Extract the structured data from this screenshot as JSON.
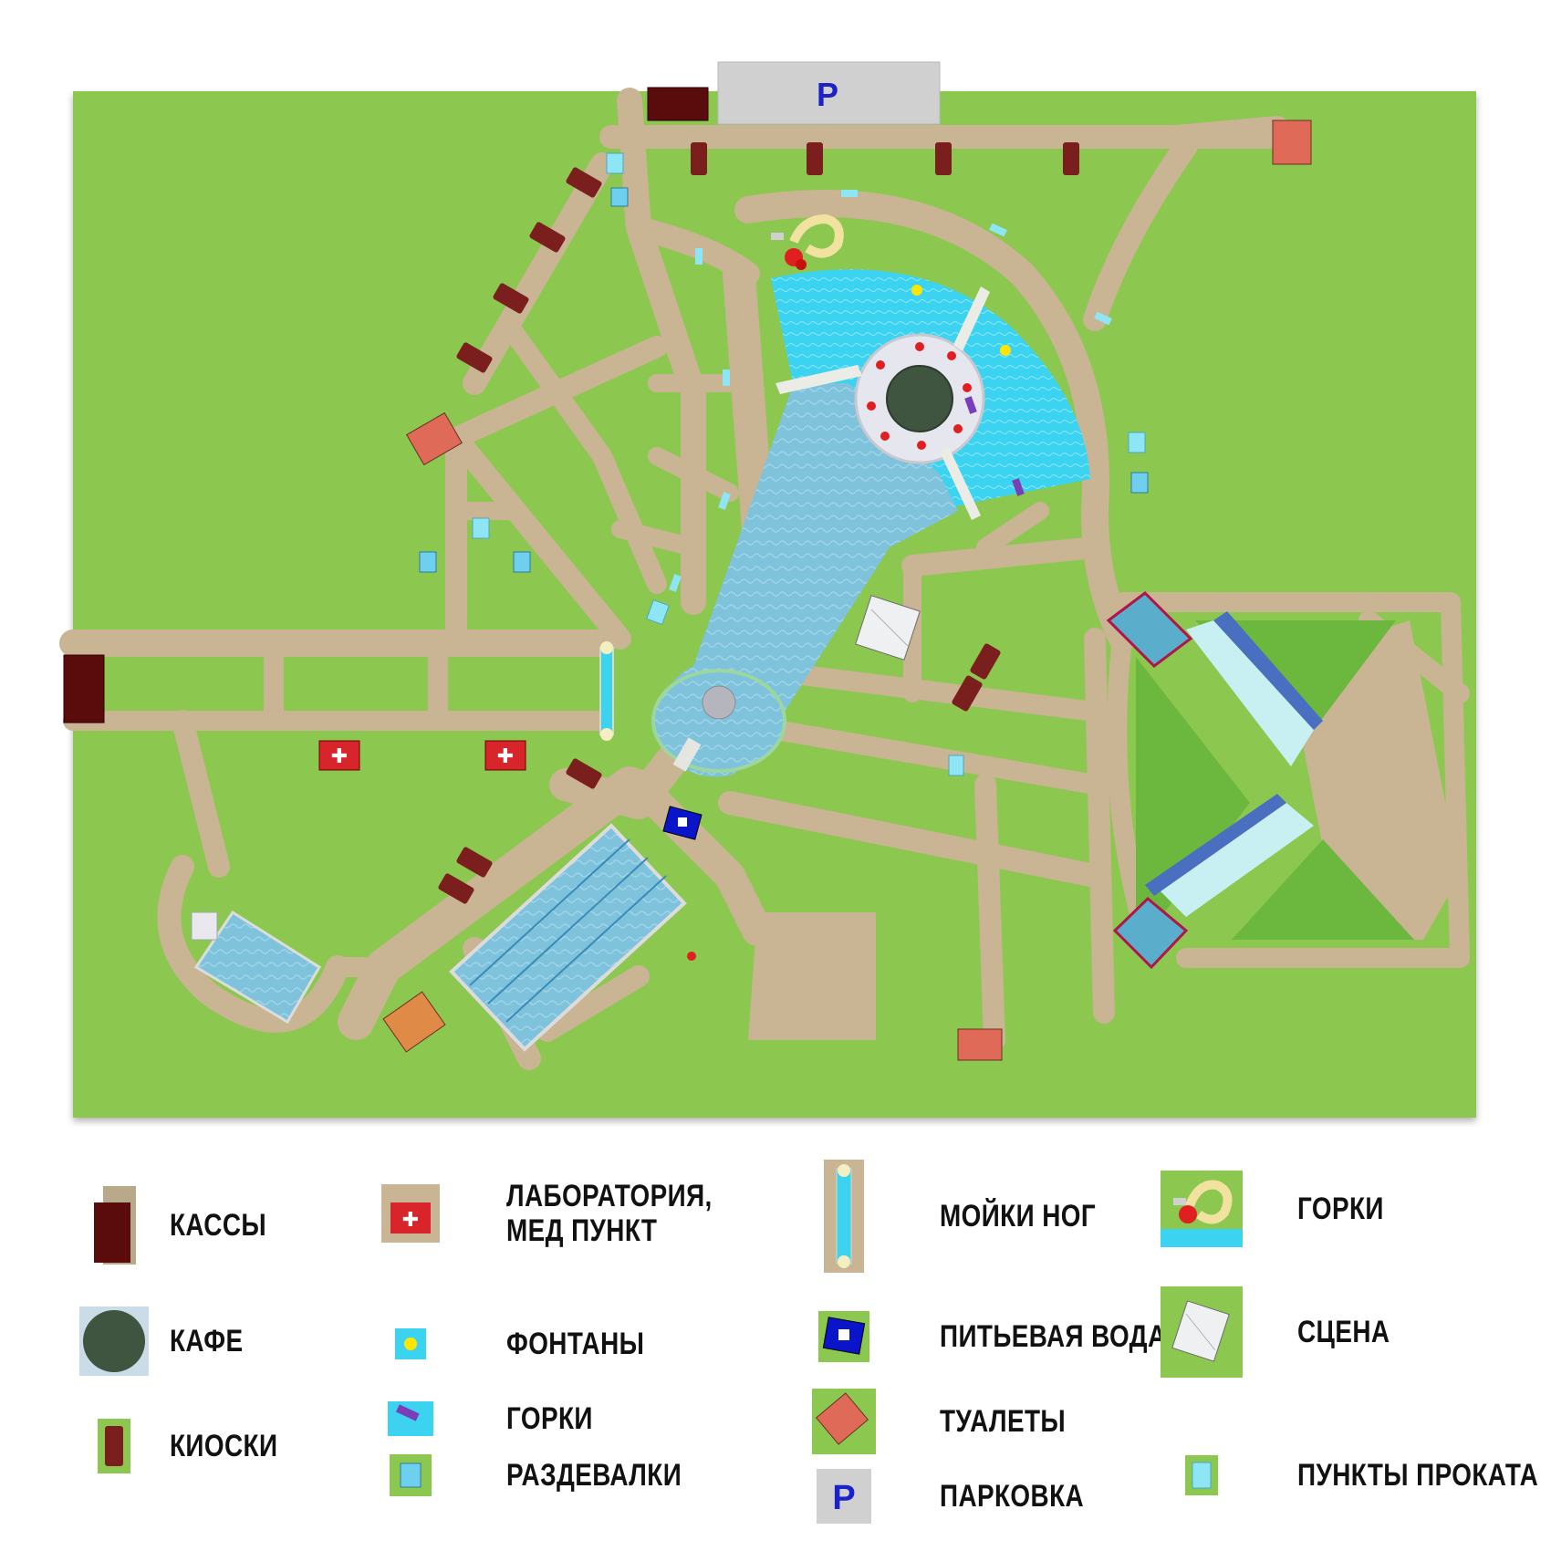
{
  "map": {
    "parking_sign": "P",
    "colors": {
      "grass": "#8cc850",
      "path": "#c9b493",
      "water_light": "#3cd3f0",
      "water_deep": "#7ec2dc",
      "kiosk": "#7a1e1e",
      "cashier": "#5a0b0b",
      "toilet": "#e06a58",
      "medical": "#d8252c",
      "parking": "#d0d0d0",
      "parking_letter": "#1a22c8"
    }
  },
  "legend": {
    "items": [
      {
        "id": "cashier",
        "label": "КАССЫ",
        "icon": "cashier-icon"
      },
      {
        "id": "lab",
        "label": "ЛАБОРАТОРИЯ,\nМЕД ПУНКТ",
        "icon": "medical-icon"
      },
      {
        "id": "footwash",
        "label": "МОЙКИ НОГ",
        "icon": "footwash-icon"
      },
      {
        "id": "slides_big",
        "label": "ГОРКИ",
        "icon": "waterslide-icon"
      },
      {
        "id": "cafe",
        "label": "КАФЕ",
        "icon": "cafe-icon"
      },
      {
        "id": "fountains",
        "label": "ФОНТАНЫ",
        "icon": "fountain-icon"
      },
      {
        "id": "water",
        "label": "ПИТЬЕВАЯ ВОДА",
        "icon": "drinking-water-icon"
      },
      {
        "id": "stage",
        "label": "СЦЕНА",
        "icon": "stage-icon"
      },
      {
        "id": "slides_small",
        "label": "ГОРКИ",
        "icon": "small-slide-icon"
      },
      {
        "id": "toilets",
        "label": "ТУАЛЕТЫ",
        "icon": "toilet-icon"
      },
      {
        "id": "kiosks",
        "label": "КИОСКИ",
        "icon": "kiosk-icon"
      },
      {
        "id": "lockers",
        "label": "РАЗДЕВАЛКИ",
        "icon": "locker-room-icon"
      },
      {
        "id": "parking",
        "label": "ПАРКОВКА",
        "icon": "parking-icon",
        "letter": "P"
      },
      {
        "id": "rental",
        "label": "ПУНКТЫ ПРОКАТА",
        "icon": "rental-icon"
      }
    ]
  }
}
